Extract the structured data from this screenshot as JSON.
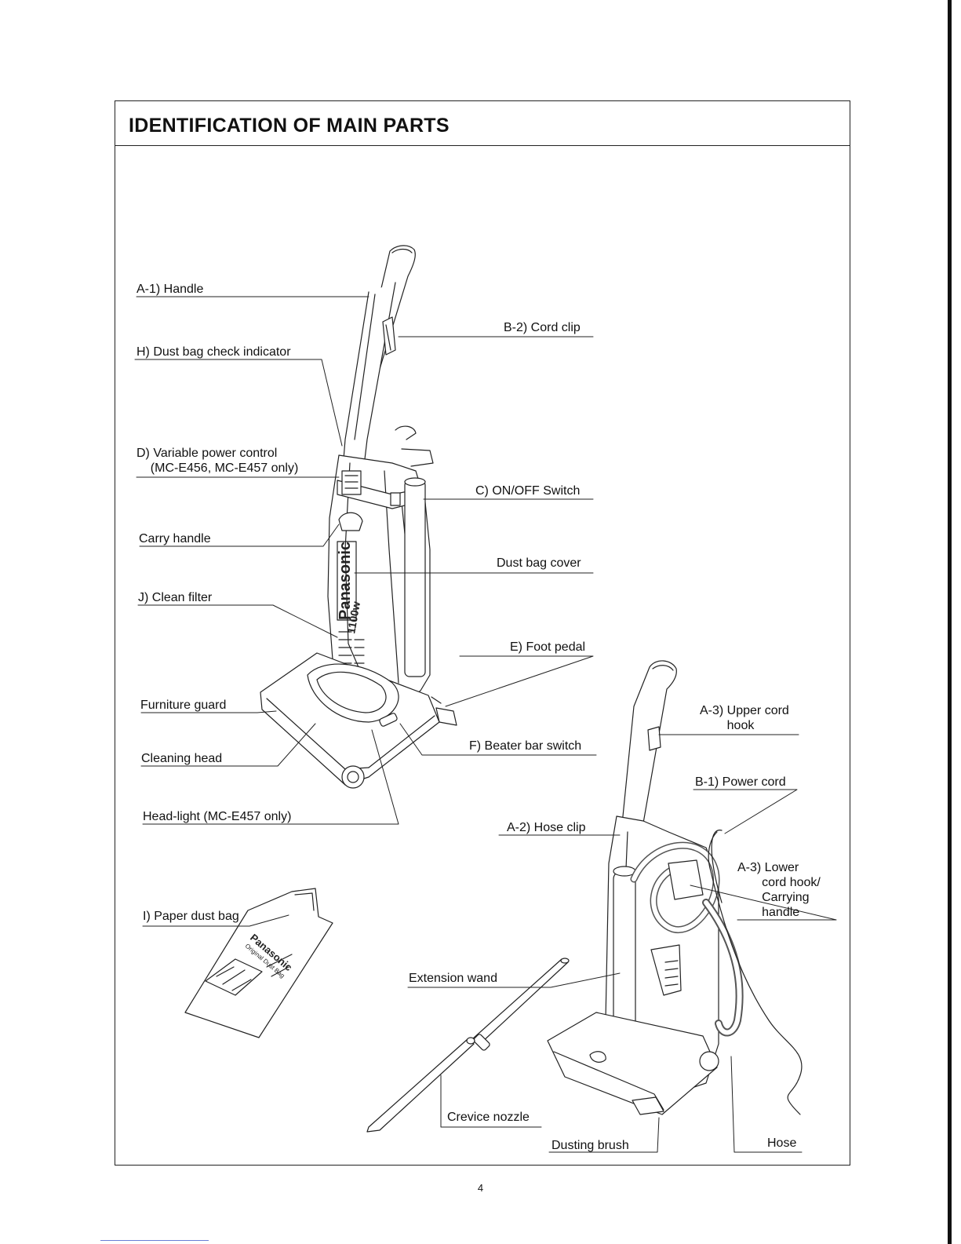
{
  "document": {
    "title": "IDENTIFICATION OF MAIN PARTS",
    "page_number": "4"
  },
  "labels": {
    "handle": "A-1) Handle",
    "dust_bag_check_indicator": "H) Dust bag check indicator",
    "variable_power_control": "D) Variable power control\n    (MC-E456, MC-E457 only)",
    "carry_handle": "Carry handle",
    "clean_filter": "J) Clean filter",
    "furniture_guard": "Furniture guard",
    "cleaning_head": "Cleaning head",
    "head_light": "Head-light (MC-E457 only)",
    "paper_dust_bag": "I) Paper dust bag",
    "cord_clip": "B-2) Cord clip",
    "on_off_switch": "C) ON/OFF Switch",
    "dust_bag_cover": "Dust bag cover",
    "foot_pedal": "E) Foot pedal",
    "beater_bar_switch": "F) Beater bar switch",
    "upper_cord_hook": "A-3) Upper cord\nhook",
    "power_cord": "B-1) Power cord",
    "hose_clip": "A-2) Hose clip",
    "lower_cord_hook": "A-3) Lower\n       cord hook/\n       Carrying\n       handle",
    "extension_wand": "Extension wand",
    "crevice_nozzle": "Crevice nozzle",
    "dusting_brush": "Dusting brush",
    "hose": "Hose"
  },
  "illustration_text": {
    "brand": "Panasonic",
    "wattage": "1100w",
    "bag_brand": "Panasonic",
    "bag_caption": "Original Dust Bag"
  }
}
